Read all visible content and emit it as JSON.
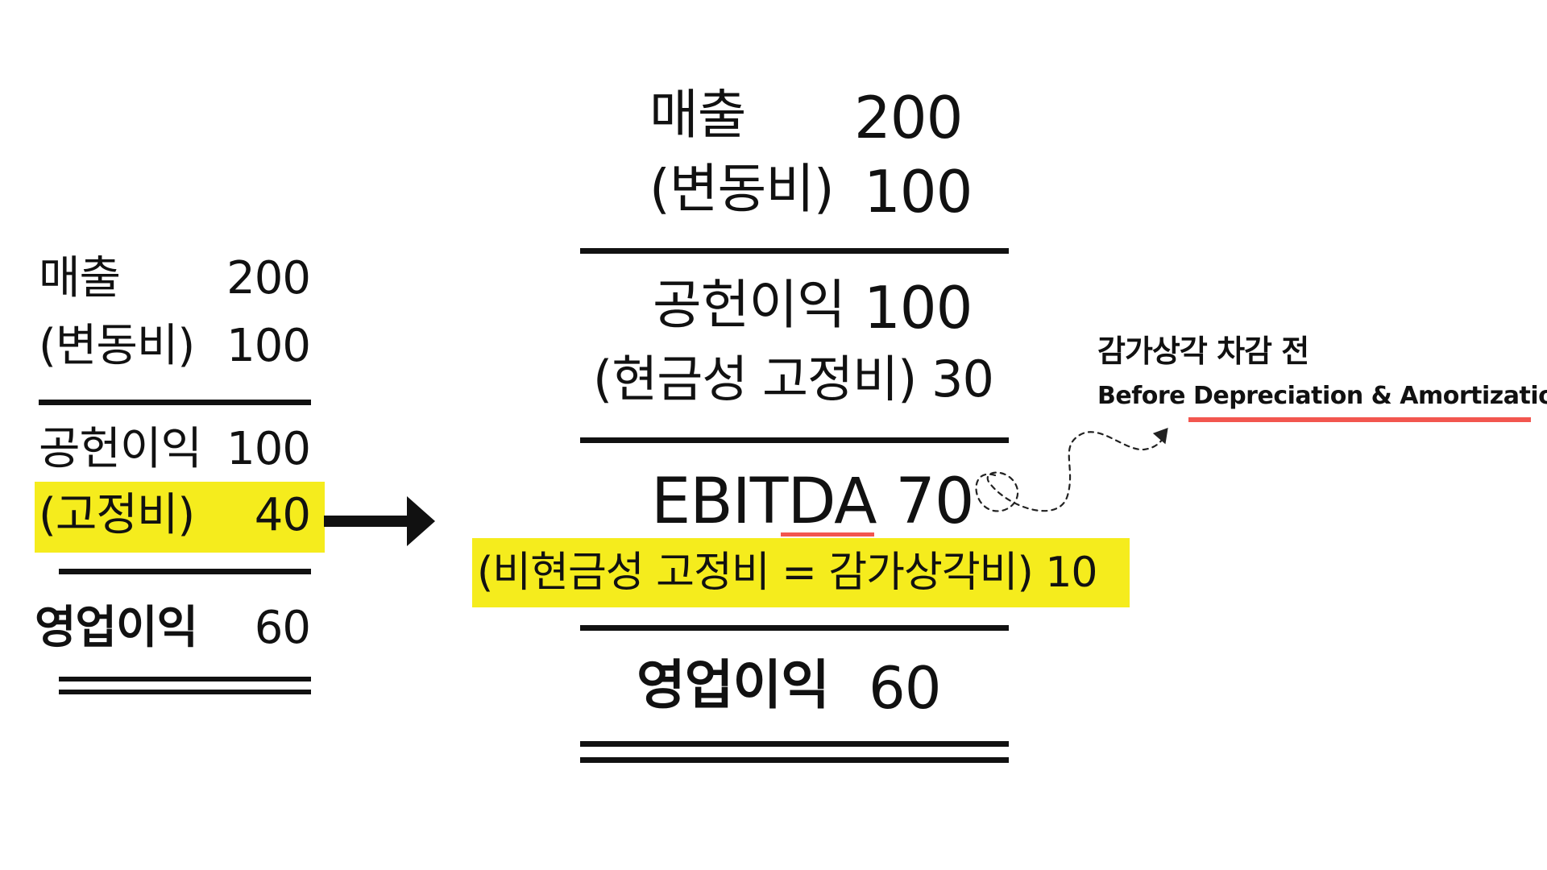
{
  "left_statement": {
    "revenue_label": "매출",
    "revenue_value": "200",
    "variable_cost_label": "(변동비)",
    "variable_cost_value": "100",
    "contribution_label": "공헌이익",
    "contribution_value": "100",
    "fixed_cost_label": "(고정비)",
    "fixed_cost_value": "40",
    "operating_income_label": "영업이익",
    "operating_income_value": "60"
  },
  "center_statement": {
    "revenue_label": "매출",
    "revenue_value": "200",
    "variable_cost_label": "(변동비)",
    "variable_cost_value": "100",
    "contribution_label": "공헌이익",
    "contribution_value": "100",
    "cash_fixed_cost_label": "(현금성 고정비) 30",
    "ebitda_label": "EBITDA 70",
    "non_cash_fixed_cost_label": "(비현금성 고정비 = 감가상각비) 10",
    "operating_income_label": "영업이익",
    "operating_income_value": "60"
  },
  "annotation": {
    "korean": "감가상각 차감 전",
    "english": "Before Depreciation & Amortization"
  },
  "colors": {
    "highlight": "#f5ec1d",
    "underline": "#f2564f",
    "ink": "#111111"
  },
  "icons": {
    "arrow": "right-arrow-icon",
    "curved_arrow": "dashed-curved-arrow-icon"
  }
}
